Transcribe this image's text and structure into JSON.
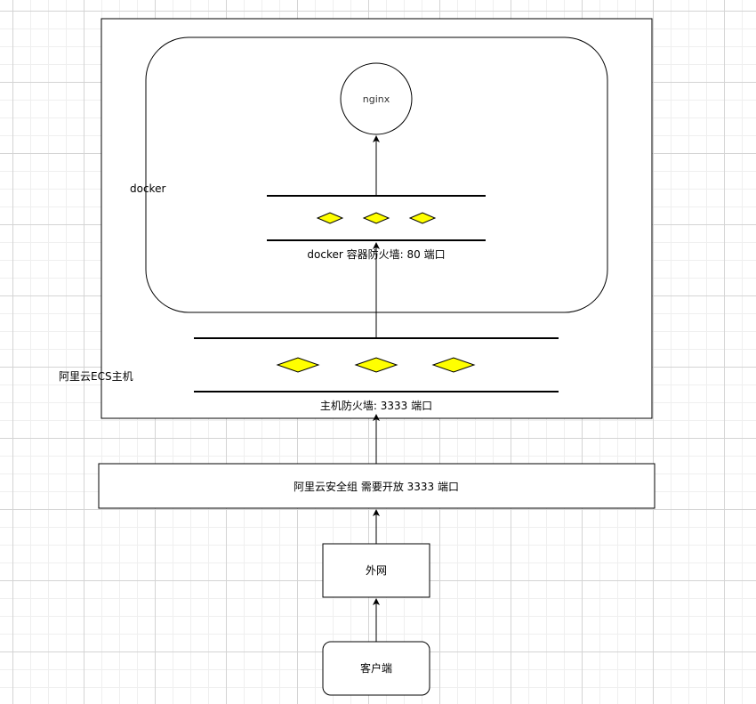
{
  "diagram": {
    "nodes": {
      "nginx": "nginx",
      "docker": "docker",
      "docker_firewall": "docker 容器防火墙:  80 端口",
      "ecs_host": "阿里云ECS主机",
      "host_firewall": "主机防火墙: 3333 端口",
      "security_group": "阿里云安全组 需要开放 3333 端口",
      "internet": "外网",
      "client": "客户端"
    },
    "edges": [
      {
        "from": "client",
        "to": "internet"
      },
      {
        "from": "internet",
        "to": "security_group"
      },
      {
        "from": "security_group",
        "to": "host_firewall"
      },
      {
        "from": "host_firewall",
        "to": "docker_firewall"
      },
      {
        "from": "docker_firewall",
        "to": "nginx"
      }
    ],
    "colors": {
      "diamond_fill": "#FFFF00",
      "stroke": "#000000",
      "label_text": "#333333"
    }
  }
}
